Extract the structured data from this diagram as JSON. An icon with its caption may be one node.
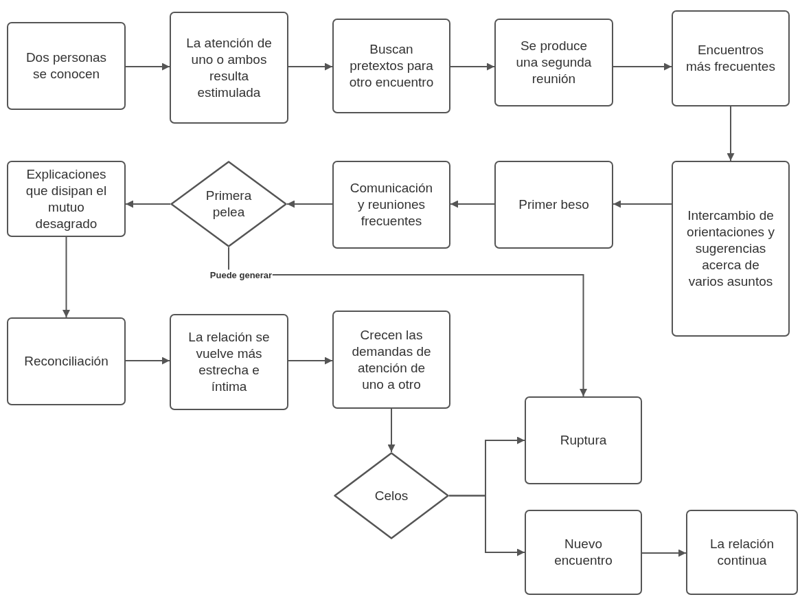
{
  "diagram": {
    "nodes": [
      {
        "text": [
          "Dos personas se conocen"
        ]
      },
      {
        "text": [
          "La atención de uno o ambos resulta estimulada"
        ]
      },
      {
        "text": [
          "Buscan pretextos para otro encuentro"
        ]
      },
      {
        "text": [
          "Se produce una segunda reunión"
        ]
      },
      {
        "text": [
          "Encuentros más frecuentes"
        ]
      },
      {
        "text": [
          "Intercambio de orientaciones y sugerencias acerca de varios asuntos"
        ]
      },
      {
        "text": [
          "Primer beso"
        ]
      },
      {
        "text": [
          "Comunicación y reuniones frecuentes"
        ]
      },
      {
        "text": [
          "Primera pelea"
        ]
      },
      {
        "text": [
          "Explicaciones que disipan el mutuo desagrado"
        ]
      },
      {
        "text": [
          "Reconciliación"
        ]
      },
      {
        "text": [
          "La relación se vuelve más estrecha e íntima"
        ]
      },
      {
        "text": [
          "Crecen las demandas de atención de uno a otro"
        ]
      },
      {
        "text": [
          "Celos"
        ]
      },
      {
        "text": [
          "Ruptura"
        ]
      },
      {
        "text": [
          "Nuevo encuentro"
        ]
      },
      {
        "text": [
          "La relación continua"
        ]
      }
    ],
    "edges": [
      {
        "from": 0,
        "to": 1,
        "arrow": "to"
      },
      {
        "from": 1,
        "to": 2,
        "arrow": "to"
      },
      {
        "from": 2,
        "to": 3,
        "arrow": "to"
      },
      {
        "from": 3,
        "to": 4,
        "arrow": "to"
      },
      {
        "from": 4,
        "to": 5,
        "arrow": "to"
      },
      {
        "from": 5,
        "to": 6,
        "arrow": "to"
      },
      {
        "from": 6,
        "to": 7,
        "arrow": "to"
      },
      {
        "from": 7,
        "to": 8,
        "arrow": "to"
      },
      {
        "from": 8,
        "to": 9,
        "arrow": "to"
      },
      {
        "from": 9,
        "to": 10,
        "arrow": "to"
      },
      {
        "from": 10,
        "to": 11,
        "arrow": "to"
      },
      {
        "from": 11,
        "to": 12,
        "arrow": "to"
      },
      {
        "from": 12,
        "to": 13,
        "arrow": "to"
      },
      {
        "from": 13,
        "to": 14,
        "arrow": "to"
      },
      {
        "from": 13,
        "to": 15,
        "arrow": "to"
      },
      {
        "from": 15,
        "to": 16,
        "arrow": "to"
      },
      {
        "from": 8,
        "to": 14,
        "label": "Puede generar",
        "arrow": "to"
      }
    ]
  }
}
